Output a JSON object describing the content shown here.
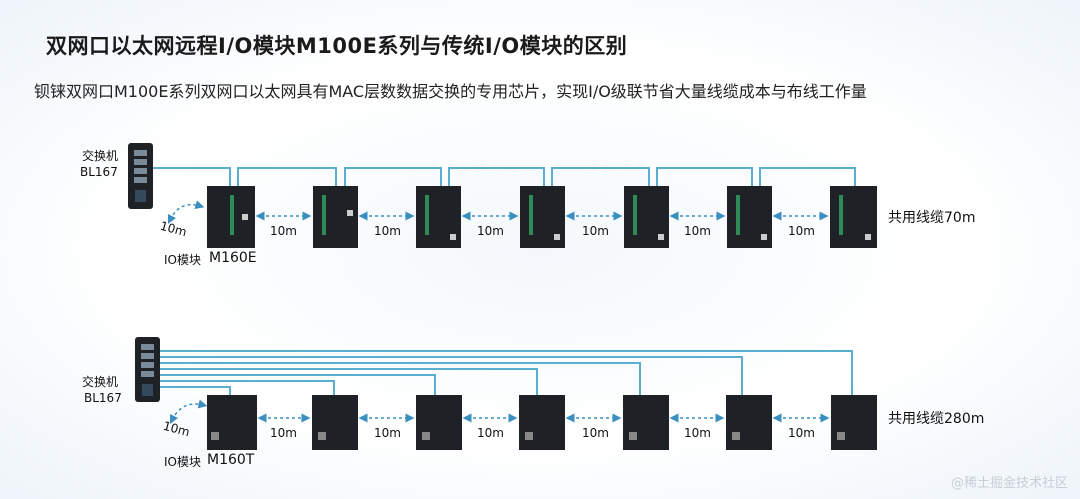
{
  "title": "双网口以太网远程I/O模块M100E系列与传统I/O模块的区别",
  "subtitle": "钡铼双网口M100E系列双网口以太网具有MAC层数数据交换的专用芯片，实现I/O级联节省大量线缆成本与布线工作量",
  "top": {
    "switch_label": "交换机",
    "switch_model": "BL167",
    "first_link": "10m",
    "io_label": "IO模块",
    "module_model": "M160E",
    "links": [
      "10m",
      "10m",
      "10m",
      "10m",
      "10m",
      "10m"
    ],
    "cable_total": "共用线缆70m"
  },
  "bottom": {
    "switch_label": "交换机",
    "switch_model": "BL167",
    "first_link": "10m",
    "io_label": "IO模块",
    "module_model": "M160T",
    "links": [
      "10m",
      "10m",
      "10m",
      "10m",
      "10m",
      "10m"
    ],
    "cable_total": "共用线缆280m"
  },
  "watermark": "@稀土掘金技术社区",
  "colors": {
    "cable": "#5aaed0",
    "dashed": "#3a8fc0",
    "device": "#1e2227"
  }
}
